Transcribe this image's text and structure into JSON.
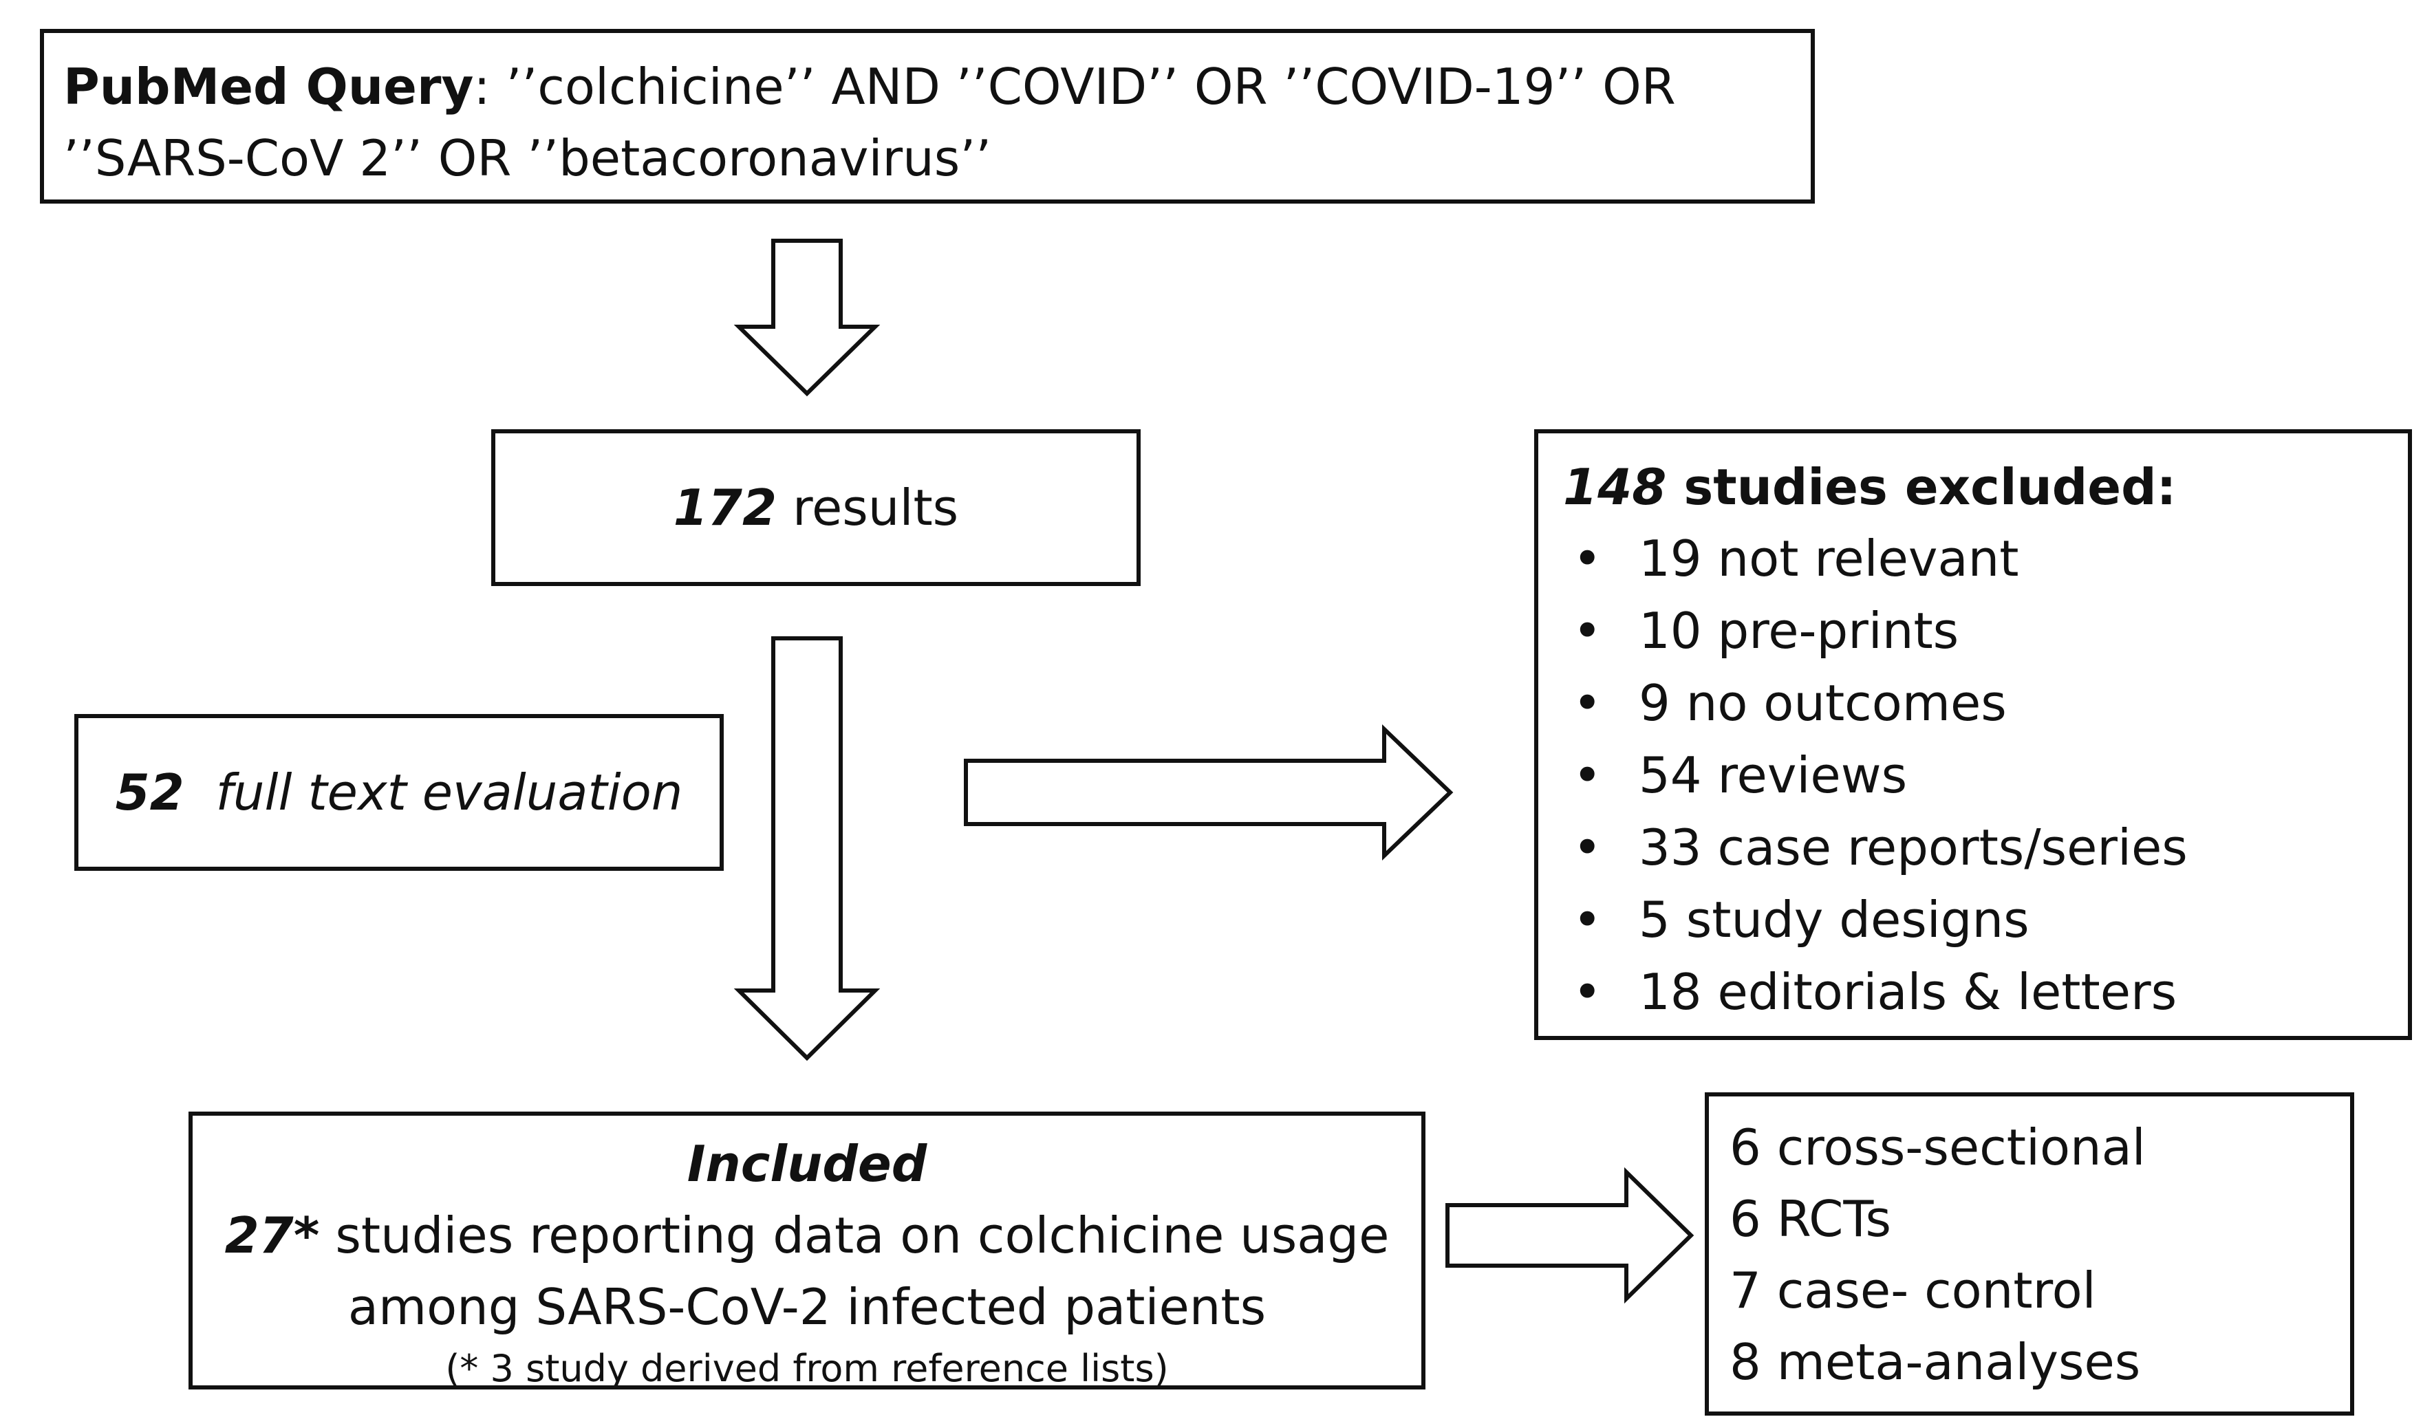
{
  "query": {
    "label": "PubMed Query",
    "text": ": ’’colchicine’’ AND ’’COVID’’ OR ’’COVID-19’’ OR ’’SARS-CoV 2’’ OR ’’betacoronavirus’’"
  },
  "results": {
    "count": "172",
    "label": " results"
  },
  "full_text": {
    "count": "52",
    "label": "full text evaluation"
  },
  "excluded": {
    "count": "148",
    "label": " studies excluded:",
    "bullet": "•",
    "items": [
      "19 not relevant",
      "10 pre-prints",
      "9 no outcomes",
      "54 reviews",
      "33 case reports/series",
      "5 study designs",
      "18 editorials & letters"
    ]
  },
  "included": {
    "heading": "Included",
    "count": "27*",
    "line1": " studies reporting data on colchicine usage",
    "line2": "among SARS-CoV-2 infected patients",
    "note": "(* 3 study derived from reference lists)"
  },
  "designs": {
    "items": [
      "6 cross-sectional",
      "6 RCTs",
      "7 case- control",
      "8 meta-analyses"
    ]
  }
}
